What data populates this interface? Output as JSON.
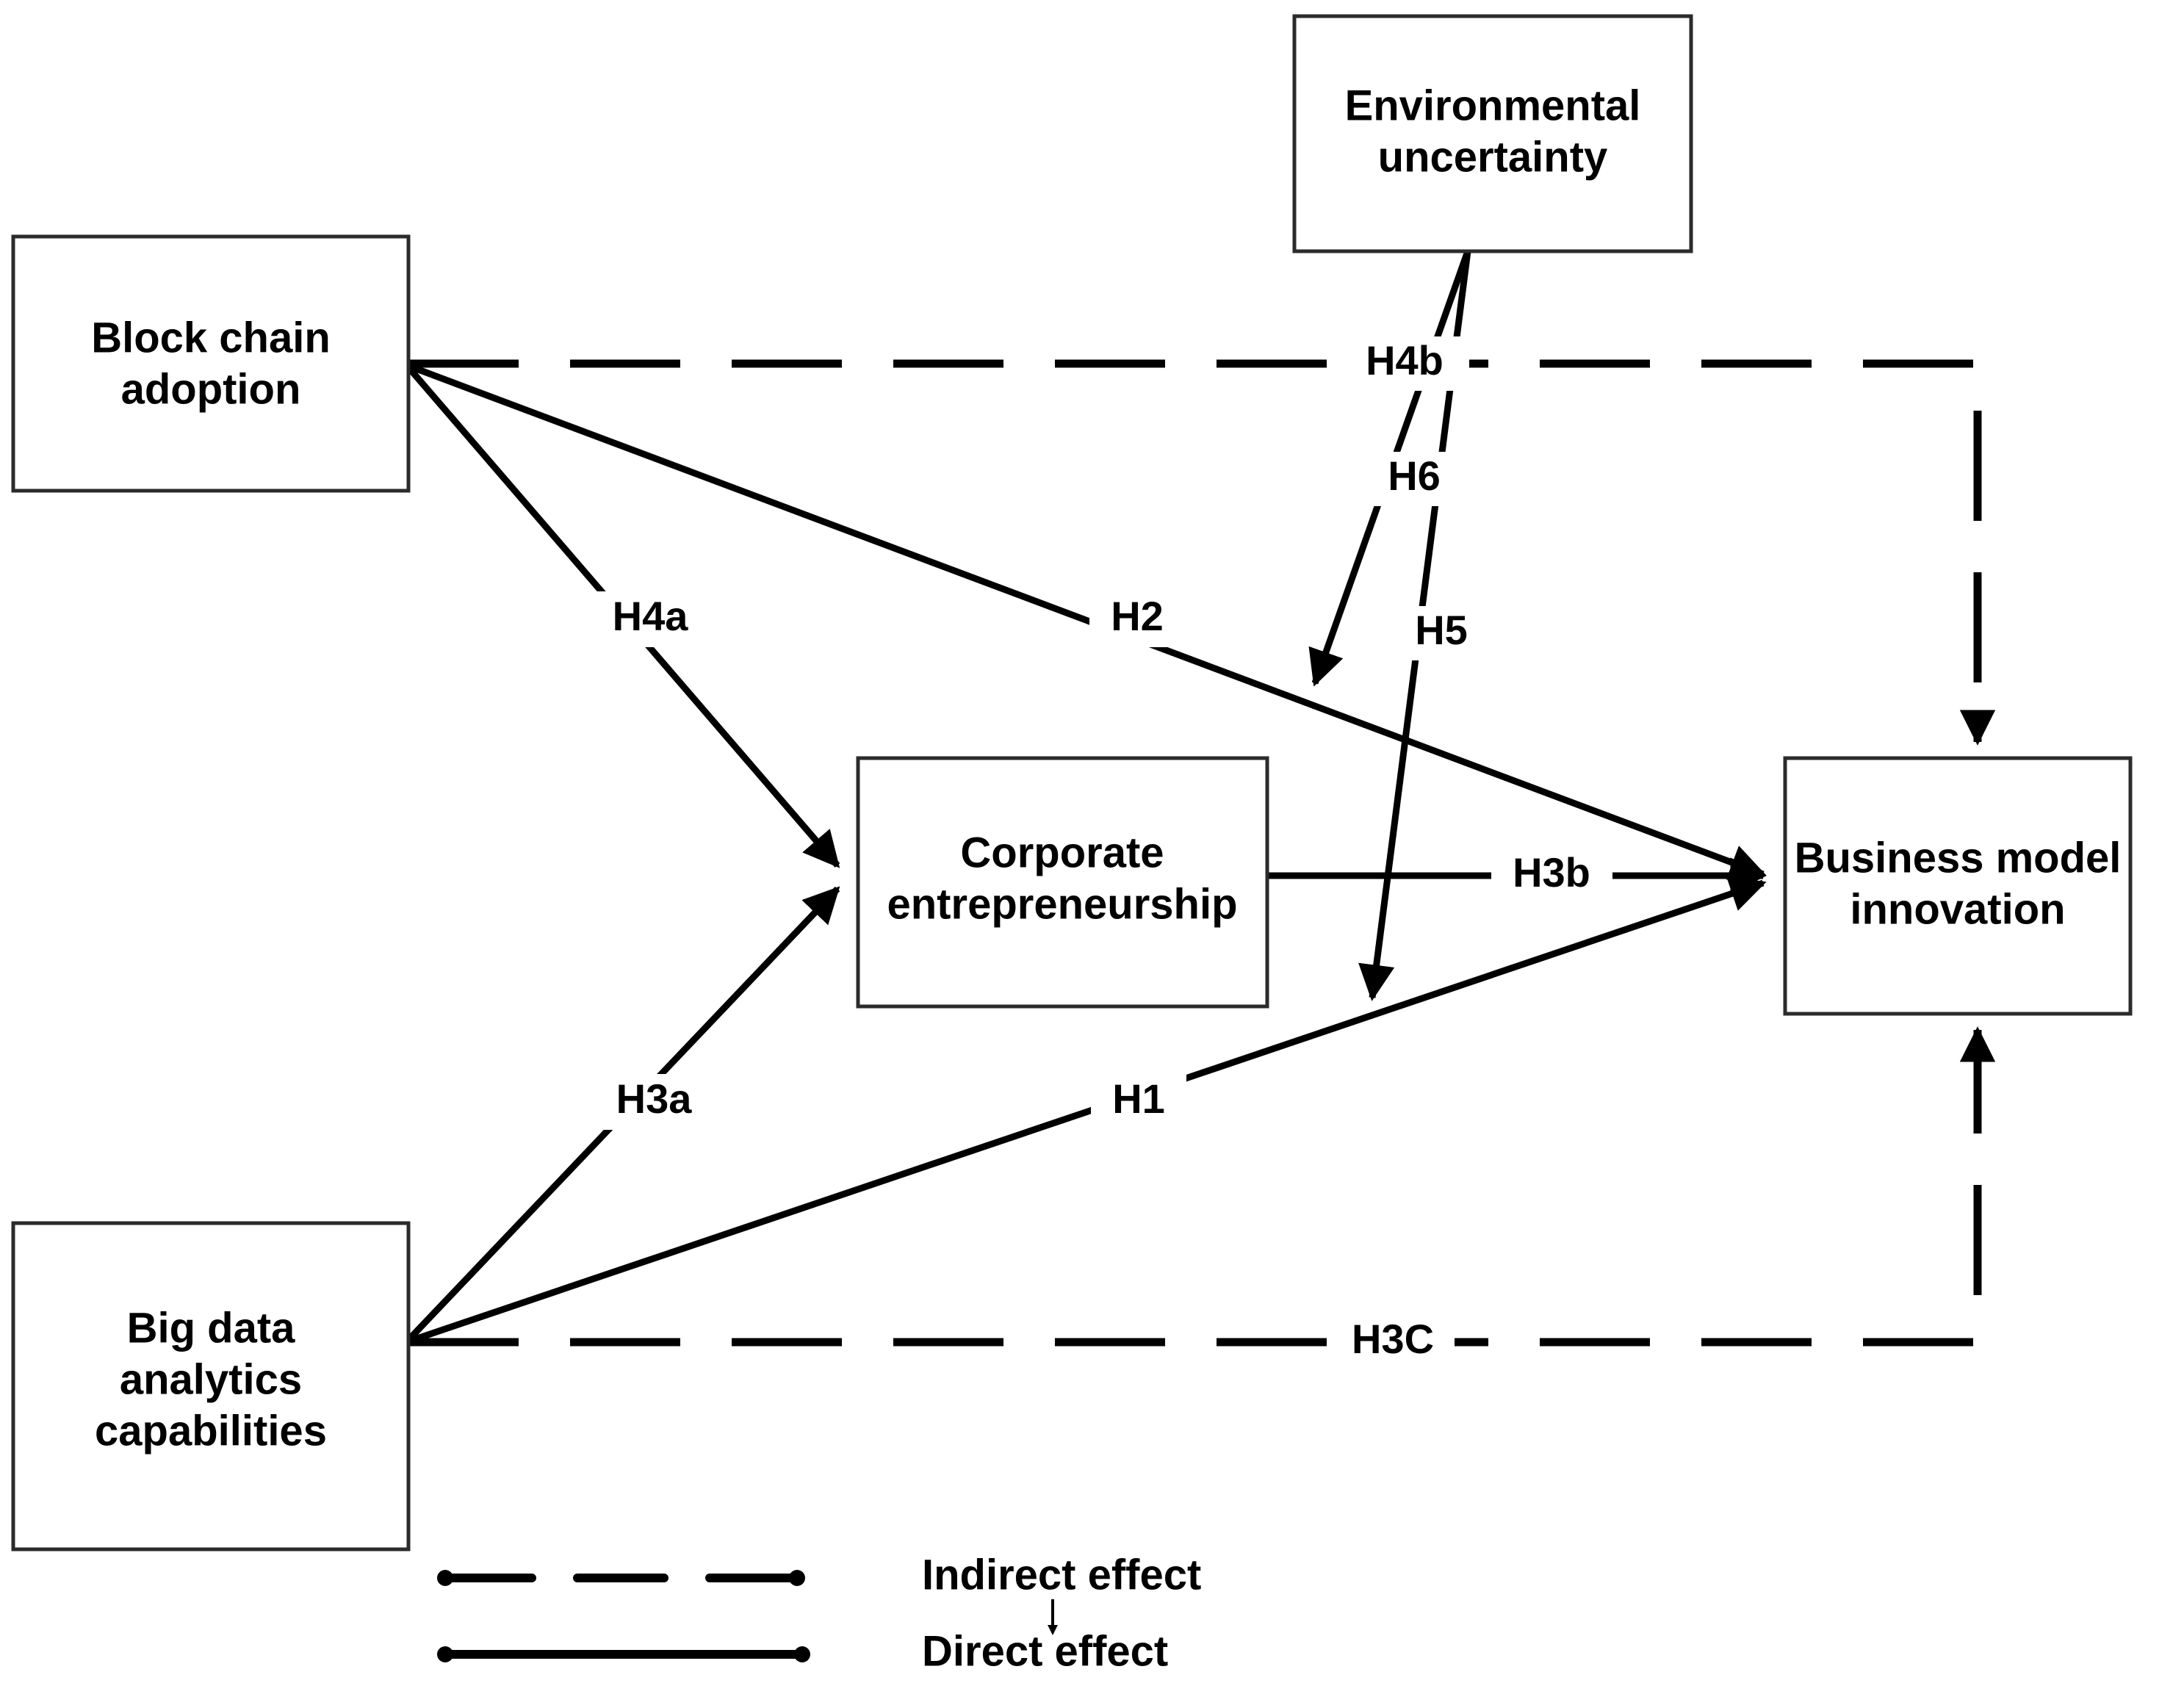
{
  "diagram": {
    "type": "conceptual-research-model",
    "nodes": [
      {
        "id": "blockchain",
        "label_line1": "Block chain",
        "label_line2": "adoption",
        "label_line3": ""
      },
      {
        "id": "bigdata",
        "label_line1": "Big data",
        "label_line2": "analytics",
        "label_line3": "capabilities"
      },
      {
        "id": "corpent",
        "label_line1": "Corporate",
        "label_line2": "entrepreneurship",
        "label_line3": ""
      },
      {
        "id": "envuncert",
        "label_line1": "Environmental",
        "label_line2": "uncertainty",
        "label_line3": ""
      },
      {
        "id": "bmi",
        "label_line1": "Business model",
        "label_line2": "innovation",
        "label_line3": ""
      }
    ],
    "edges": [
      {
        "id": "h1",
        "label": "H1",
        "from": "bigdata",
        "to": "bmi",
        "style": "direct"
      },
      {
        "id": "h2",
        "label": "H2",
        "from": "blockchain",
        "to": "bmi",
        "style": "direct"
      },
      {
        "id": "h3a",
        "label": "H3a",
        "from": "bigdata",
        "to": "corpent",
        "style": "direct"
      },
      {
        "id": "h3b",
        "label": "H3b",
        "from": "corpent",
        "to": "bmi",
        "style": "direct"
      },
      {
        "id": "h3c",
        "label": "H3C",
        "from": "bigdata",
        "to": "bmi",
        "style": "indirect"
      },
      {
        "id": "h4a",
        "label": "H4a",
        "from": "blockchain",
        "to": "corpent",
        "style": "direct"
      },
      {
        "id": "h4b",
        "label": "H4b",
        "from": "blockchain",
        "to": "bmi",
        "style": "indirect"
      },
      {
        "id": "h5",
        "label": "H5",
        "from": "envuncert",
        "to": "h1",
        "style": "direct"
      },
      {
        "id": "h6",
        "label": "H6",
        "from": "envuncert",
        "to": "h2",
        "style": "direct"
      }
    ],
    "legend": {
      "indirect_label": "Indirect effect",
      "direct_label": "Direct effect"
    }
  }
}
